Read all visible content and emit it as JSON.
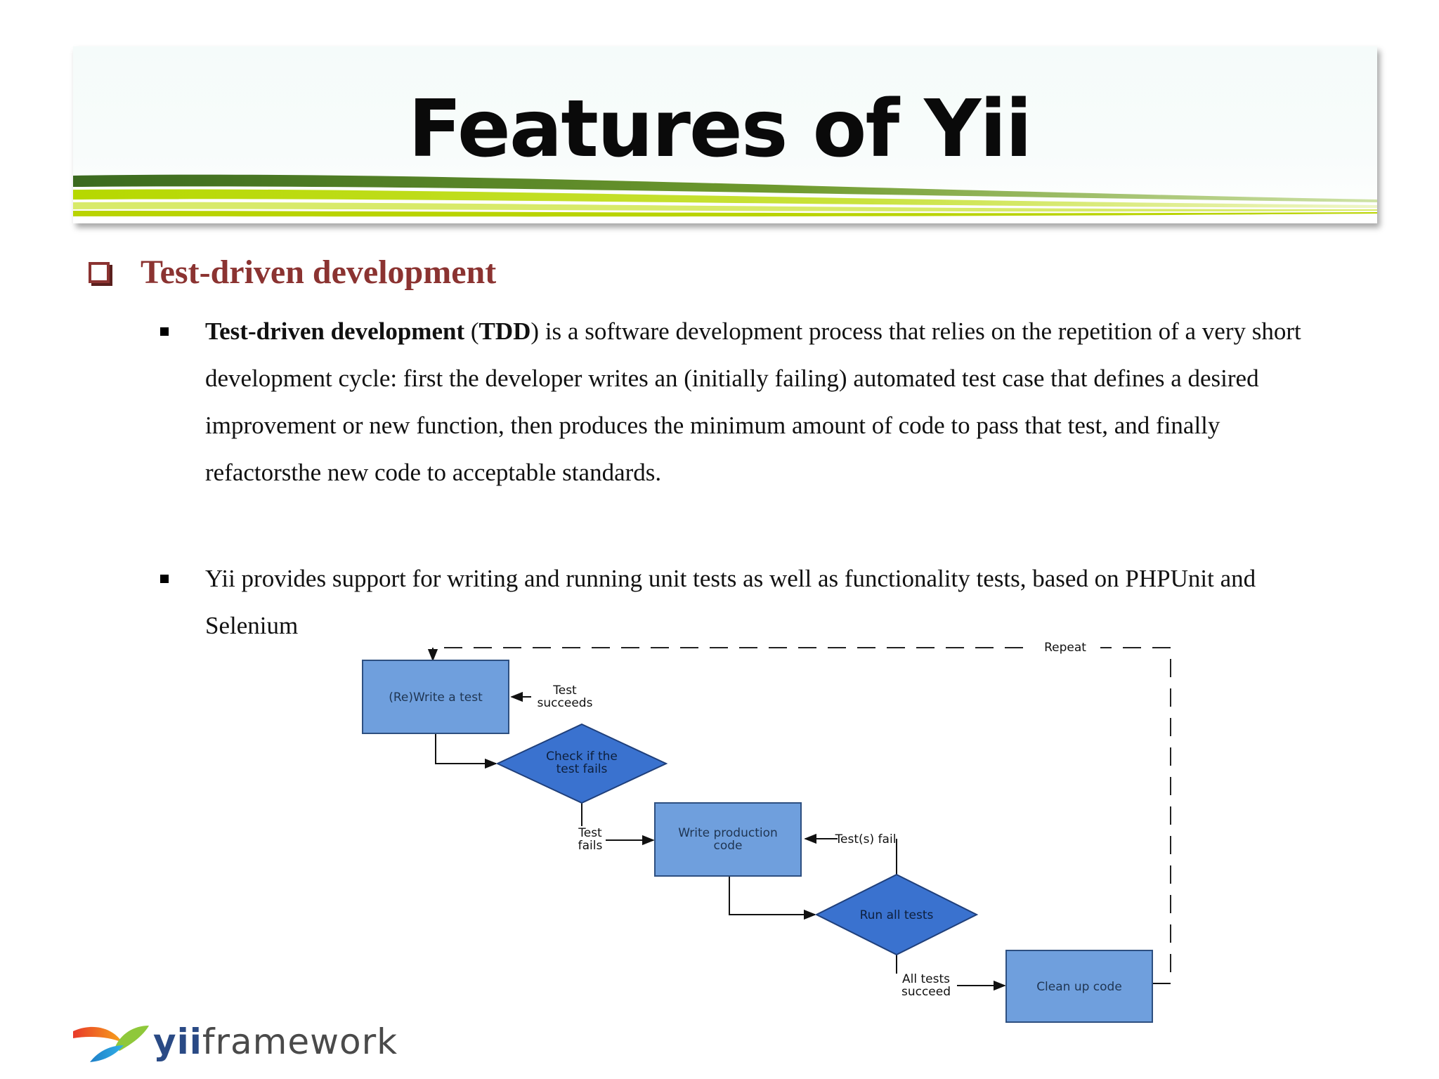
{
  "slide": {
    "title": "Features of Yii",
    "section_heading": "Test-driven development",
    "bullets": [
      {
        "term": "Test-driven development",
        "abbr_open": " (",
        "abbr": "TDD",
        "rest": ") is a software development process that relies on the repetition of a very short development cycle: first the developer writes an (initially failing) automated test case that defines a desired improvement or new function, then produces the minimum amount of code to pass that test, and finally refactorsthe new code to acceptable standards."
      },
      {
        "text": "Yii provides support for writing and running unit tests as well as functionality tests, based on PHPUnit and Selenium"
      }
    ]
  },
  "diagram": {
    "nodes": {
      "write_test_label": "(Re)Write a test",
      "check_fails_line1": "Check if the",
      "check_fails_line2": "test fails",
      "write_code_line1": "Write production",
      "write_code_line2": "code",
      "run_tests_label": "Run all tests",
      "cleanup_label": "Clean up code"
    },
    "edges": {
      "test_succeeds_line1": "Test",
      "test_succeeds_line2": "succeeds",
      "test_fails_line1": "Test",
      "test_fails_line2": "fails",
      "tests_fail_label": "Test(s) fail",
      "all_succeed_line1": "All tests",
      "all_succeed_line2": "succeed",
      "repeat_label": "Repeat"
    },
    "colors": {
      "box_fill": "#6f9fdd",
      "diamond_fill": "#3a72cf",
      "box_text": "#1f3552",
      "diamond_text": "#0d1f3c"
    }
  },
  "logo": {
    "yii": "yii",
    "framework": "framework"
  }
}
